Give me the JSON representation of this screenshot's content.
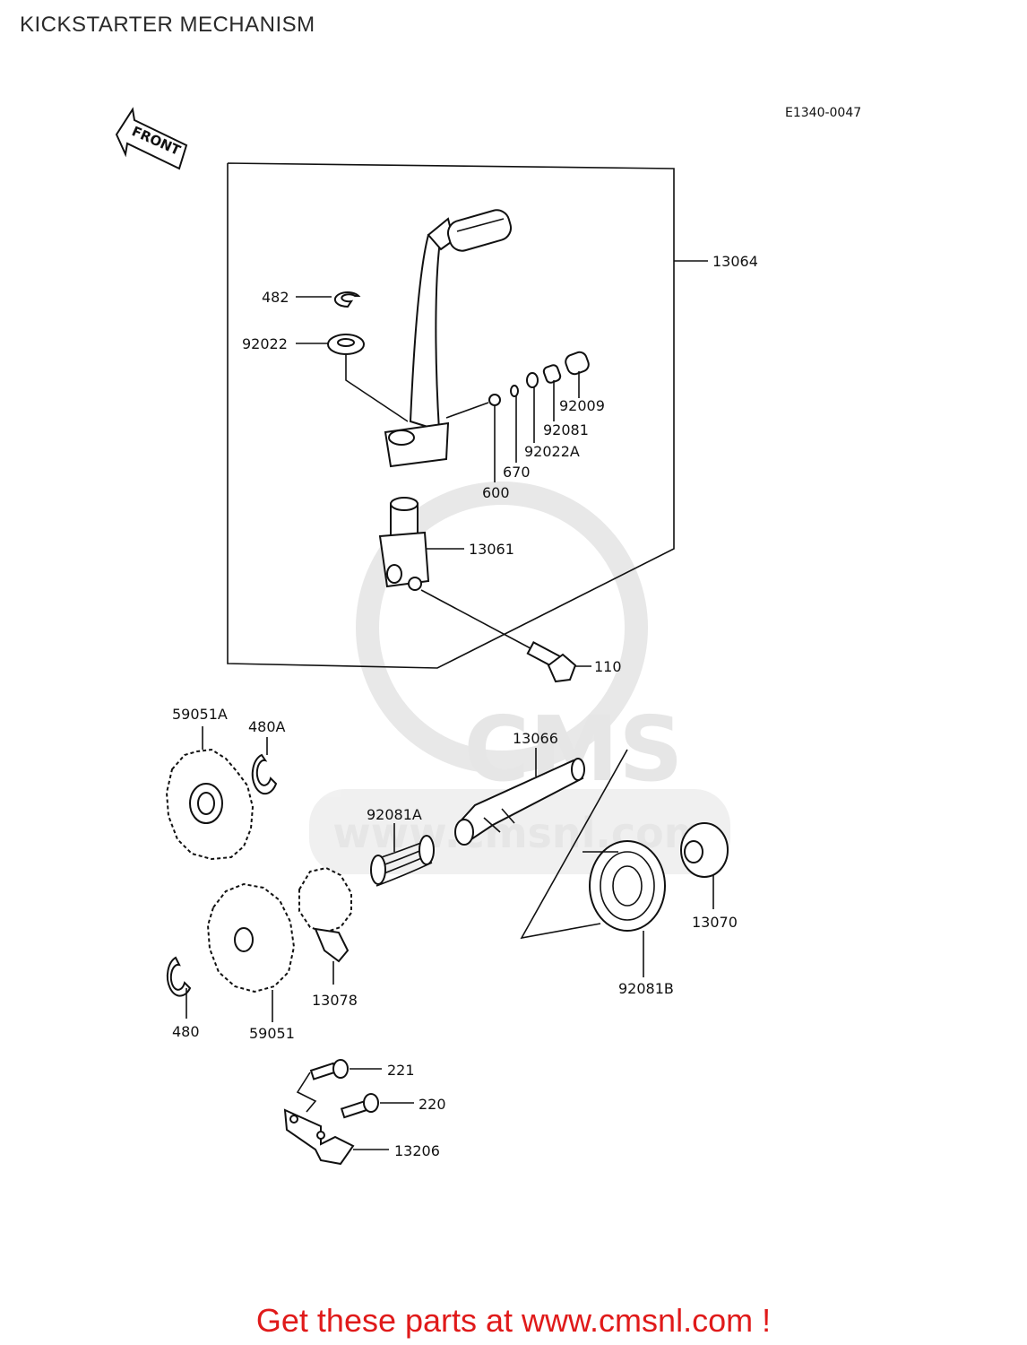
{
  "page": {
    "title": "KICKSTARTER MECHANISM",
    "diagram_code": "E1340-0047",
    "direction_label": "FRONT",
    "watermark_url": "www.cmsnl.com",
    "watermark_brand": "CMS",
    "footer_text": "Get these parts at www.cmsnl.com !",
    "footer_color": "#e01a1a"
  },
  "parts": [
    {
      "id": "13064",
      "label": "13064"
    },
    {
      "id": "482",
      "label": "482"
    },
    {
      "id": "92022",
      "label": "92022"
    },
    {
      "id": "92009",
      "label": "92009"
    },
    {
      "id": "92081",
      "label": "92081"
    },
    {
      "id": "92022A",
      "label": "92022A"
    },
    {
      "id": "670",
      "label": "670"
    },
    {
      "id": "600",
      "label": "600"
    },
    {
      "id": "13061",
      "label": "13061"
    },
    {
      "id": "110",
      "label": "110"
    },
    {
      "id": "59051A",
      "label": "59051A"
    },
    {
      "id": "480A",
      "label": "480A"
    },
    {
      "id": "13066",
      "label": "13066"
    },
    {
      "id": "92081A",
      "label": "92081A"
    },
    {
      "id": "13070",
      "label": "13070"
    },
    {
      "id": "92081B",
      "label": "92081B"
    },
    {
      "id": "13078",
      "label": "13078"
    },
    {
      "id": "480",
      "label": "480"
    },
    {
      "id": "59051",
      "label": "59051"
    },
    {
      "id": "221",
      "label": "221"
    },
    {
      "id": "220",
      "label": "220"
    },
    {
      "id": "13206",
      "label": "13206"
    }
  ]
}
